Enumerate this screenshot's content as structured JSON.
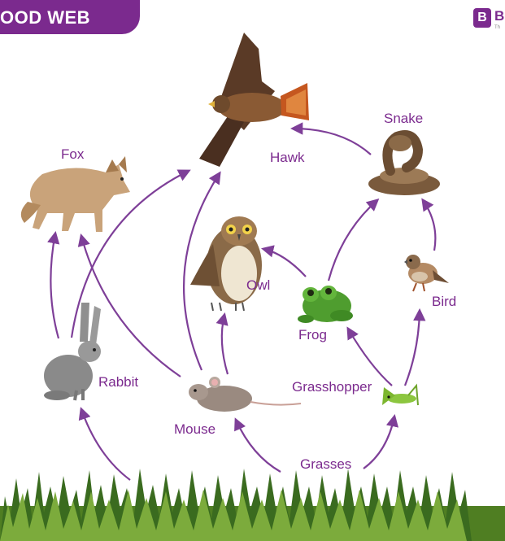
{
  "header": {
    "title": "OOD WEB"
  },
  "brand": {
    "mark": "B",
    "mark2": "B",
    "tagline": "Th"
  },
  "colors": {
    "accent": "#7b2a8e",
    "arrow": "#7e3f98",
    "label": "#7b2a8e",
    "grass_dark": "#3a6b1f",
    "grass_light": "#7cab3c"
  },
  "organisms": {
    "hawk": "Hawk",
    "snake": "Snake",
    "fox": "Fox",
    "owl": "Owl",
    "frog": "Frog",
    "bird": "Bird",
    "rabbit": "Rabbit",
    "grasshopper": "Grasshopper",
    "mouse": "Mouse",
    "grasses": "Grasses"
  },
  "links": [
    [
      "grasses",
      "rabbit"
    ],
    [
      "grasses",
      "mouse"
    ],
    [
      "grasses",
      "grasshopper"
    ],
    [
      "rabbit",
      "fox"
    ],
    [
      "rabbit",
      "hawk"
    ],
    [
      "mouse",
      "fox"
    ],
    [
      "mouse",
      "hawk"
    ],
    [
      "mouse",
      "owl"
    ],
    [
      "grasshopper",
      "frog"
    ],
    [
      "grasshopper",
      "bird"
    ],
    [
      "frog",
      "owl"
    ],
    [
      "frog",
      "snake"
    ],
    [
      "bird",
      "snake"
    ],
    [
      "snake",
      "hawk"
    ]
  ]
}
